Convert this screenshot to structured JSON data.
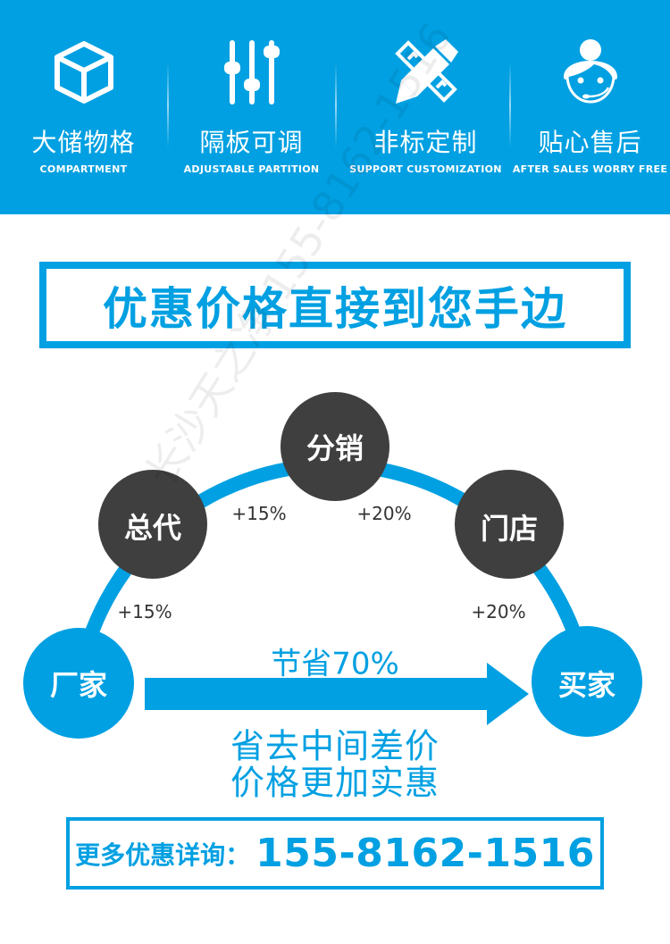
{
  "colors": {
    "brand_blue": "#00a0e2",
    "node_dark": "#3f3f3f",
    "text_dark": "#333333",
    "white": "#ffffff"
  },
  "features": [
    {
      "icon": "cube-icon",
      "title_cn": "大储物格",
      "title_en": "COMPARTMENT"
    },
    {
      "icon": "sliders-icon",
      "title_cn": "隔板可调",
      "title_en": "ADJUSTABLE PARTITION"
    },
    {
      "icon": "pencil-ruler-icon",
      "title_cn": "非标定制",
      "title_en": "SUPPORT CUSTOMIZATION"
    },
    {
      "icon": "customer-service-icon",
      "title_cn": "贴心售后",
      "title_en": "AFTER SALES WORRY FREE"
    }
  ],
  "headline": "优惠价格直接到您手边",
  "watermark": "长沙天之净 155-8162-1516",
  "diagram": {
    "nodes": {
      "factory": "厂家",
      "general_agent": "总代",
      "distributor": "分销",
      "store": "门店",
      "buyer": "买家"
    },
    "markups": {
      "factory_to_general": "+15%",
      "general_to_distributor": "+15%",
      "distributor_to_store": "+20%",
      "store_to_buyer": "+20%"
    },
    "savings": "节省70%"
  },
  "slogan": {
    "line1": "省去中间差价",
    "line2": "价格更加实惠"
  },
  "contact": {
    "label": "更多优惠详询：",
    "phone": "155-8162-1516"
  }
}
